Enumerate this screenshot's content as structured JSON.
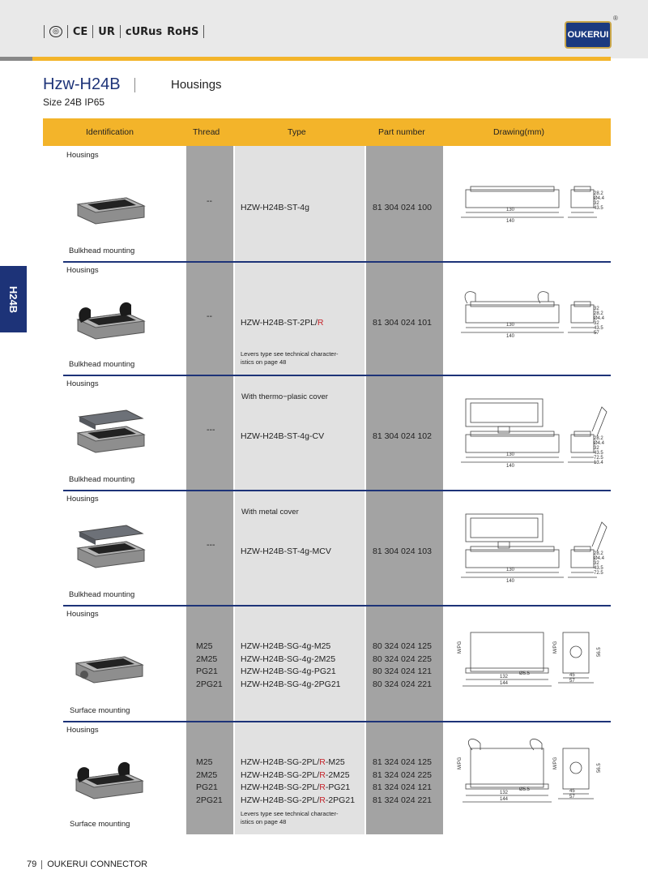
{
  "certifications": [
    "CE",
    "UR",
    "cURus",
    "RoHS"
  ],
  "brand": {
    "logo_text": "OUKERUI",
    "reg_mark": "®"
  },
  "heading": {
    "title": "Hzw-H24B",
    "subtitle": "Housings",
    "size_line": "Size 24B  IP65"
  },
  "side_tab": "H24B",
  "table": {
    "columns": [
      "Identification",
      "Thread",
      "Type",
      "Part number",
      "Drawing(mm)"
    ],
    "rows": [
      {
        "category": "Housings",
        "mounting": "Bulkhead mounting",
        "thread": "--",
        "type_note": "",
        "types": [
          {
            "pre": "HZW-H24B-ST-4g",
            "red": "",
            "post": ""
          }
        ],
        "parts": [
          "81 304 024 100"
        ],
        "levers_note": "",
        "drawing_labels": [
          "130",
          "140",
          "28.2",
          "Ø4.4",
          "32",
          "43.5"
        ]
      },
      {
        "category": "Housings",
        "mounting": "Bulkhead mounting",
        "thread": "--",
        "type_note": "",
        "types": [
          {
            "pre": "HZW-H24B-ST-2PL/",
            "red": "R",
            "post": ""
          }
        ],
        "parts": [
          "81 304 024 101"
        ],
        "levers_note": "Levers type see technical character-\nistics on page 48",
        "drawing_labels": [
          "130",
          "140",
          "32",
          "28.2",
          "Ø4.4",
          "32",
          "43.5",
          "57"
        ]
      },
      {
        "category": "Housings",
        "mounting": "Bulkhead mounting",
        "thread": "---",
        "type_note": "With thermo−plasic cover",
        "types": [
          {
            "pre": "HZW-H24B-ST-4g-CV",
            "red": "",
            "post": ""
          }
        ],
        "parts": [
          "81 304 024 102"
        ],
        "levers_note": "",
        "drawing_labels": [
          "130",
          "140",
          "28.2",
          "Ø4.4",
          "32",
          "43.5",
          "72.5",
          "13.4"
        ]
      },
      {
        "category": "Housings",
        "mounting": "Bulkhead mounting",
        "thread": "---",
        "type_note": "With metal cover",
        "types": [
          {
            "pre": "HZW-H24B-ST-4g-MCV",
            "red": "",
            "post": ""
          }
        ],
        "parts": [
          "81 304 024 103"
        ],
        "levers_note": "",
        "drawing_labels": [
          "130",
          "140",
          "28.2",
          "Ø4.4",
          "32",
          "43.5",
          "72.5"
        ]
      },
      {
        "category": "Housings",
        "mounting": "Surface mounting",
        "threads": [
          "M25",
          "2M25",
          "PG21",
          "2PG21"
        ],
        "type_note": "",
        "types": [
          {
            "pre": "HZW-H24B-SG-4g-M25",
            "red": "",
            "post": ""
          },
          {
            "pre": "HZW-H24B-SG-4g-2M25",
            "red": "",
            "post": ""
          },
          {
            "pre": "HZW-H24B-SG-4g-PG21",
            "red": "",
            "post": ""
          },
          {
            "pre": "HZW-H24B-SG-4g-2PG21",
            "red": "",
            "post": ""
          }
        ],
        "parts": [
          "80 324 024 125",
          "80 324 024 225",
          "80 324 024 121",
          "80 324 024 221"
        ],
        "levers_note": "",
        "drawing_labels": [
          "132",
          "144",
          "Ø5.5",
          "45",
          "57",
          "56.5",
          "M/PG",
          "M/PG"
        ]
      },
      {
        "category": "Housings",
        "mounting": "Surface mounting",
        "threads": [
          "M25",
          "2M25",
          "PG21",
          "2PG21"
        ],
        "type_note": "",
        "types": [
          {
            "pre": "HZW-H24B-SG-2PL/",
            "red": "R",
            "post": "-M25"
          },
          {
            "pre": "HZW-H24B-SG-2PL/",
            "red": "R",
            "post": "-2M25"
          },
          {
            "pre": "HZW-H24B-SG-2PL/",
            "red": "R",
            "post": "-PG21"
          },
          {
            "pre": "HZW-H24B-SG-2PL/",
            "red": "R",
            "post": "-2PG21"
          }
        ],
        "parts": [
          "81 324 024 125",
          "81 324 024 225",
          "81 324 024 121",
          "81 324 024 221"
        ],
        "levers_note": "Levers type see technical character-\nistics on page 48",
        "drawing_labels": [
          "132",
          "144",
          "Ø5.5",
          "45",
          "57",
          "56.5",
          "M/PG",
          "M/PG"
        ]
      }
    ]
  },
  "footer": {
    "page_number": "79",
    "text": "OUKERUI CONNECTOR"
  },
  "colors": {
    "navy": "#1d3378",
    "accent": "#f3b42a",
    "red": "#c4242b",
    "column_gray": "#a3a3a3",
    "column_light": "#e1e1e1"
  }
}
